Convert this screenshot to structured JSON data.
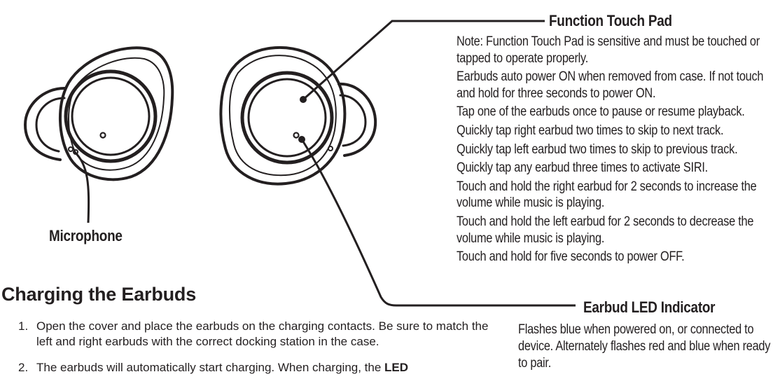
{
  "labels": {
    "function_touch_pad": "Function Touch Pad",
    "microphone": "Microphone",
    "earbud_led_indicator": "Earbud LED Indicator"
  },
  "touch_pad_notes": [
    "Note: Function Touch Pad is sensitive and must be touched or tapped to operate properly.",
    "Earbuds auto power ON when removed from case. If not touch and hold for three seconds to power ON.",
    "Tap one of the earbuds once to pause or resume playback.",
    "Quickly tap right earbud two times to skip to next track.",
    "Quickly tap left earbud two times to skip to previous track.",
    "Quickly tap any earbud three times to activate SIRI.",
    "Touch and hold the right earbud for 2 seconds to increase the volume while music is playing.",
    "Touch and hold the left earbud for 2 seconds to decrease the volume while music is playing.",
    "Touch and hold for five seconds to power OFF."
  ],
  "led_description": "Flashes blue when powered on, or connected to device. Alternately flashes red and blue when ready to pair.",
  "section": {
    "title": "Charging the Earbuds",
    "steps": [
      {
        "num": "1.",
        "text": "Open the cover and place the earbuds on the charging contacts. Be sure to match the left and right earbuds with the correct docking station in the case."
      },
      {
        "num": "2.",
        "text": "The earbuds will automatically start charging. When charging, the ",
        "strong": "LED"
      }
    ]
  }
}
